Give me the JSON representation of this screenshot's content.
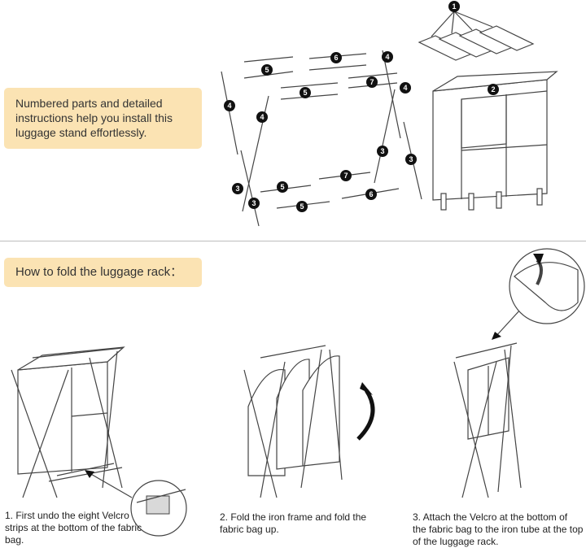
{
  "intro_text": "Numbered parts and detailed instructions help you install this luggage stand effortlessly.",
  "fold_title": "How to fold the luggage rack：",
  "steps": [
    {
      "text": "1. First undo the eight Velcro strips at the bottom of the fabric bag."
    },
    {
      "text": "2. Fold the iron frame and fold the fabric bag up."
    },
    {
      "text": "3. Attach the Velcro at the bottom of the fabric bag to the iron tube at the top of the luggage rack."
    }
  ],
  "part_badges": [
    "1",
    "2",
    "3",
    "4",
    "5",
    "6",
    "7"
  ],
  "colors": {
    "callout_bg": "#fbe3b3",
    "badge": "#111111",
    "line": "#444444"
  }
}
